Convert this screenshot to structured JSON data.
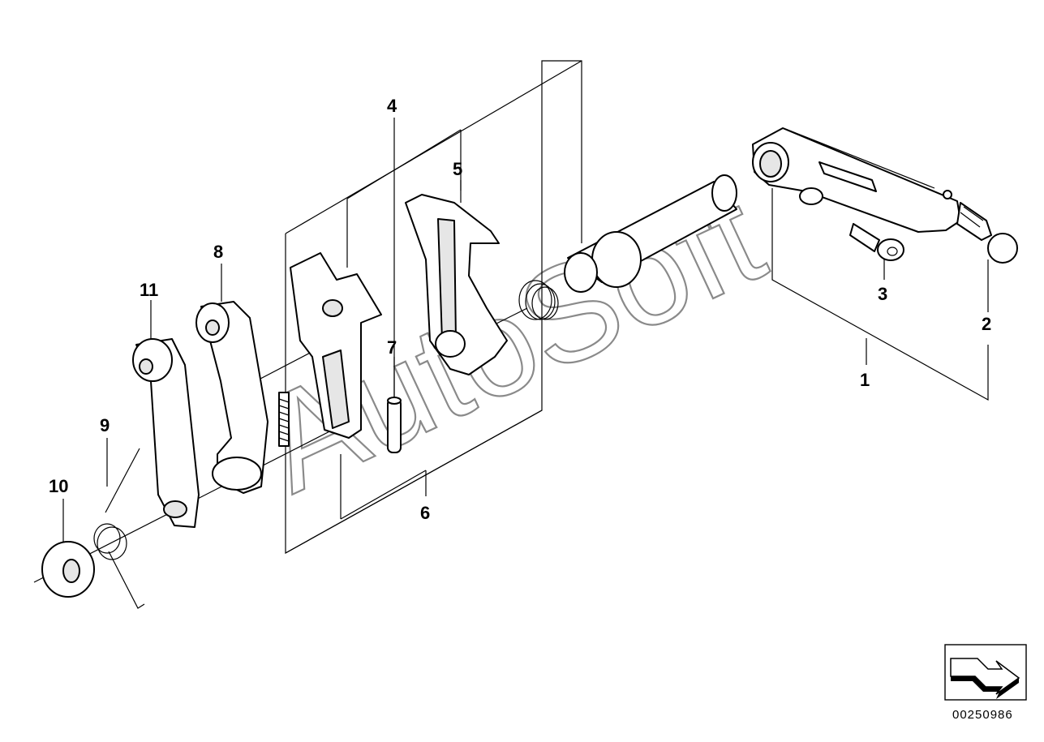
{
  "diagram": {
    "watermark": "AutoSoft",
    "diagram_code": "00250986",
    "callouts": [
      {
        "id": "c1",
        "label": "1"
      },
      {
        "id": "c2",
        "label": "2"
      },
      {
        "id": "c3",
        "label": "3"
      },
      {
        "id": "c4",
        "label": "4"
      },
      {
        "id": "c5",
        "label": "5"
      },
      {
        "id": "c6",
        "label": "6"
      },
      {
        "id": "c7",
        "label": "7"
      },
      {
        "id": "c8",
        "label": "8"
      },
      {
        "id": "c9",
        "label": "9"
      },
      {
        "id": "c10",
        "label": "10"
      },
      {
        "id": "c11",
        "label": "11"
      }
    ],
    "nav_icon": "next-page-arrow-icon"
  }
}
